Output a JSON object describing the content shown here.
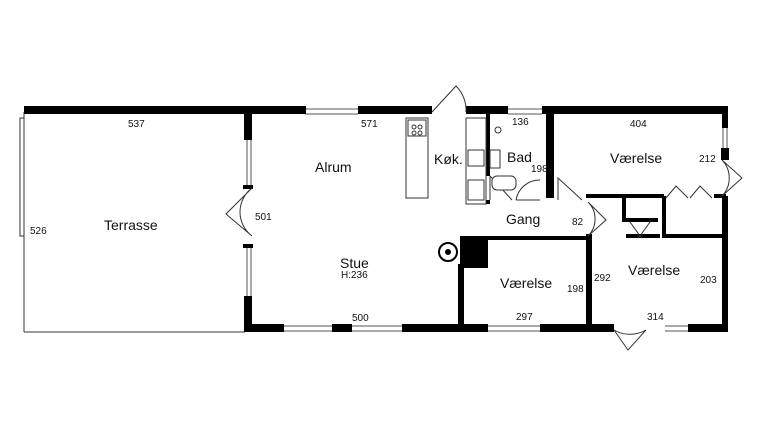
{
  "rooms": {
    "terrasse": "Terrasse",
    "alrum": "Alrum",
    "kok": "Køk.",
    "bad": "Bad",
    "vaerelse_top": "Værelse",
    "gang": "Gang",
    "stue": "Stue",
    "stue_height": "H:236",
    "vaerelse_mid": "Værelse",
    "vaerelse_right": "Værelse"
  },
  "dimensions": {
    "d537": "537",
    "d571": "571",
    "d136": "136",
    "d404": "404",
    "d212": "212",
    "d198_bad": "198",
    "d526": "526",
    "d501": "501",
    "d82": "82",
    "d292": "292",
    "d203": "203",
    "d198_mid": "198",
    "d500": "500",
    "d297": "297",
    "d314": "314"
  },
  "colors": {
    "wall": "#000000",
    "line": "#333333",
    "background": "#ffffff"
  }
}
